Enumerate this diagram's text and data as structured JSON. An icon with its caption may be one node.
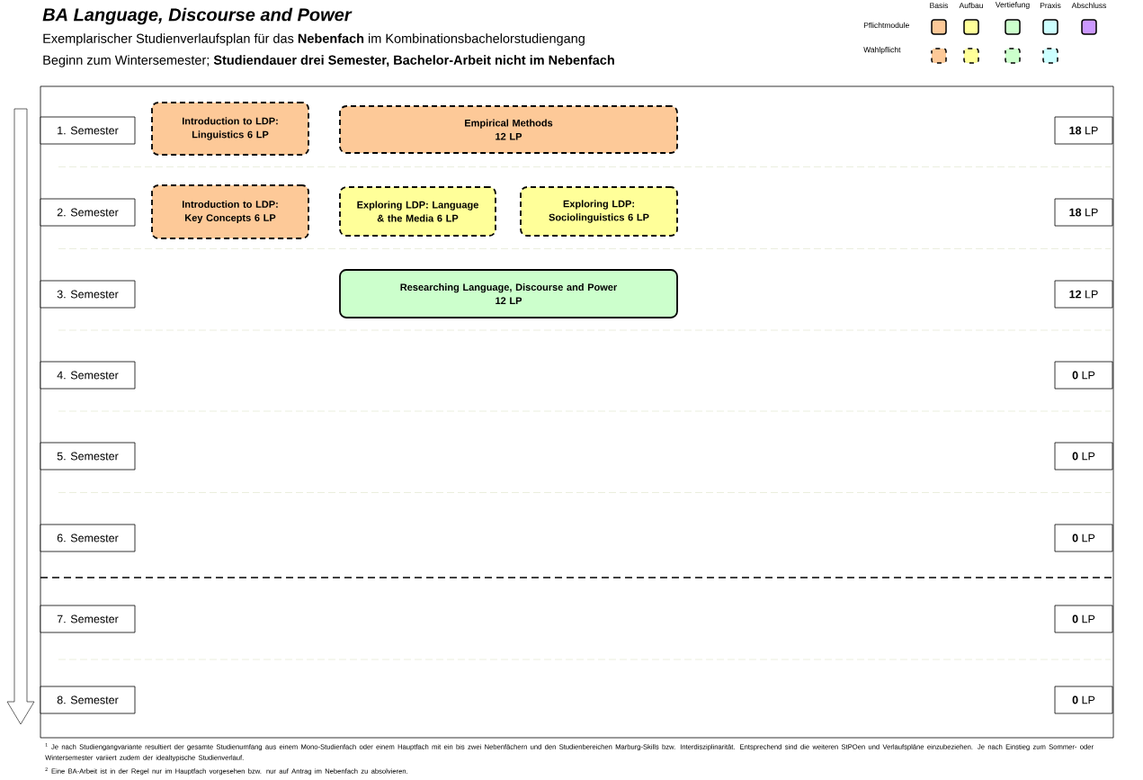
{
  "diagram": {
    "title": "BA Language, Discourse and Power",
    "nodes": [
      {
        "text": [
          "1. Semester"
        ]
      },
      {
        "text": [
          "Introduction to LDP: Linguistics 6 LP"
        ]
      },
      {
        "text": [
          "Empirical Methods",
          "12 LP"
        ]
      },
      {
        "text": [
          "**18** LP"
        ]
      },
      {
        "text": [
          "2. Semester"
        ]
      },
      {
        "text": [
          "Introduction to LDP: Key Concepts 6 LP"
        ]
      },
      {
        "text": [
          "Exploring LDP: Language & the Media 6 LP"
        ]
      },
      {
        "text": [
          "Exploring LDP: Sociolinguistics 6 LP"
        ]
      },
      {
        "text": [
          "**18** LP"
        ]
      },
      {
        "text": [
          "3. Semester"
        ]
      },
      {
        "text": [
          "Researching Language, Discourse and Power",
          "12 LP"
        ]
      },
      {
        "text": [
          "**12** LP"
        ]
      },
      {
        "text": [
          "4. Semester"
        ]
      },
      {
        "text": [
          "**0** LP"
        ]
      },
      {
        "text": [
          "5. Semester"
        ]
      },
      {
        "text": [
          "**0** LP"
        ]
      },
      {
        "text": [
          "6. Semester"
        ]
      },
      {
        "text": [
          "**0** LP"
        ]
      },
      {
        "text": [
          "7. Semester"
        ]
      },
      {
        "text": [
          "**0** LP"
        ]
      },
      {
        "text": [
          "8. Semester"
        ]
      },
      {
        "text": [
          "**0** LP"
        ]
      }
    ],
    "labels": [
      "Exemplarischer Studienverlaufsplan für das **Nebenfach** im Kombinationsbachelorstudiengang",
      "Beginn zum Wintersemester; **Studiendauer drei Semester, Bachelor-Arbeit nicht im Nebenfach**",
      "Pflichtmodule",
      "Wahlpflicht",
      "$^{1}$ Je nach Studiengangvariante resultiert der gesamte Studienumfang aus einem Mono-Studienfach oder einem Hauptfach mit ein bis zwei Nebenfächern und den Studienbereichen Marburg-Skills bzw. Interdisziplinarität. Entsprechend sind die weiteren StPOen und Verlaufspläne einzubeziehen. Je nach Einstieg zum Sommer- oder Wintersemester variiert zudem der idealtypische Studienverlauf.",
      "$^{2}$ Eine BA-Arbeit ist in der Regel nur im Hauptfach vorgesehen bzw. nur auf Antrag im Nebenfach zu absolvieren."
    ],
    "legend": [
      {
        "text": "Basis",
        "color": "#fdc998"
      },
      {
        "text": "Aufbau",
        "color": "#ffff99"
      },
      {
        "text": "Vertiefung",
        "color": "#ccffcc"
      },
      {
        "text": "Praxis",
        "color": "#ccffff"
      },
      {
        "text": "Abschluss",
        "color": "#cc99ff"
      }
    ]
  }
}
